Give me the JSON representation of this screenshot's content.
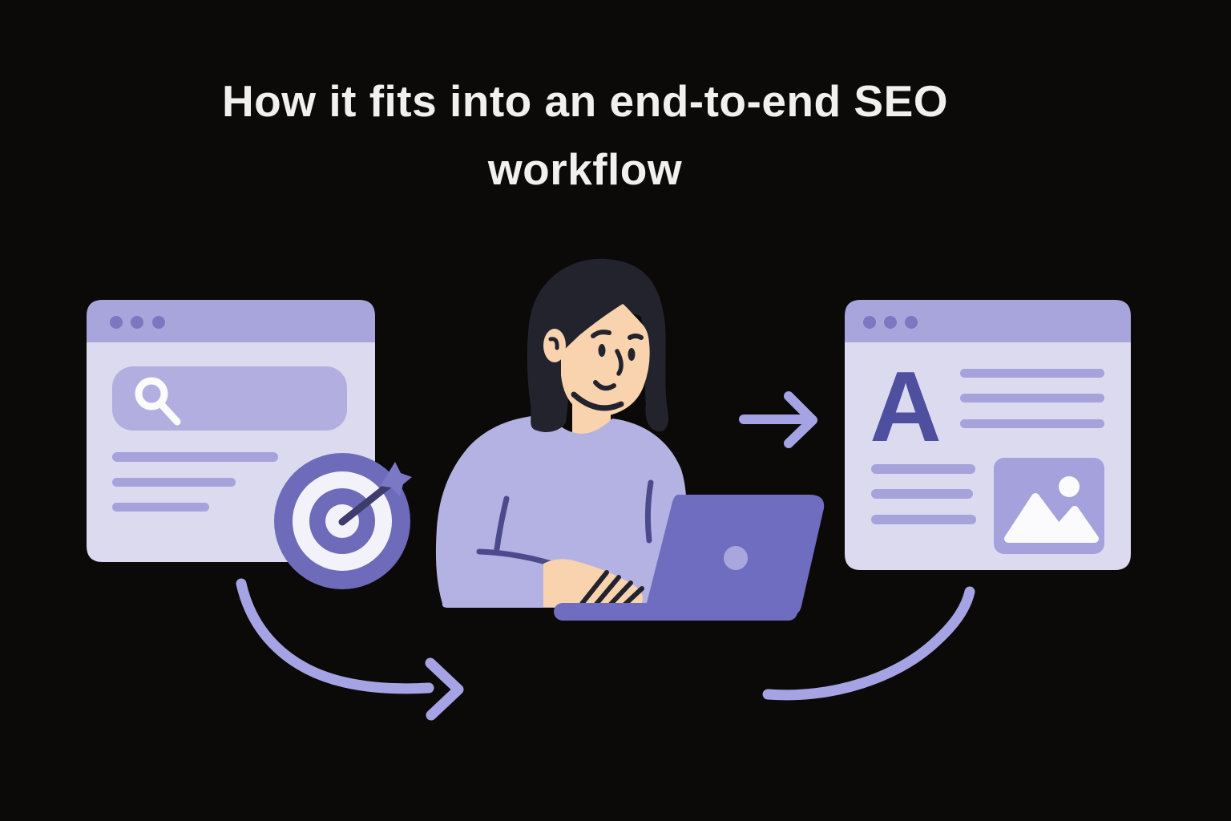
{
  "title": {
    "line1": "How it fits into an end-to-end SEO",
    "line2": "workflow"
  },
  "left_window": {
    "type": "browser-window",
    "dots": 3,
    "search_bar": {
      "icon": "search-icon",
      "value": "",
      "placeholder": ""
    },
    "text_lines": 3
  },
  "target": {
    "icon": "target-dart-icon",
    "rings": 4
  },
  "person": {
    "icon": "person-typing-illustration"
  },
  "laptop": {
    "icon": "laptop-illustration",
    "logo": "circle"
  },
  "arrows": {
    "left_curved": {
      "icon": "curved-arrow-right-icon",
      "has_head": true
    },
    "middle": {
      "icon": "arrow-right-icon",
      "has_head": true
    },
    "right_curved": {
      "icon": "curved-line-icon",
      "has_head": false
    }
  },
  "right_window": {
    "type": "browser-window",
    "dots": 3,
    "letter": "A",
    "text_lines_beside_letter": 3,
    "text_lines_below": 3,
    "image_placeholder": {
      "icon": "image-icon"
    }
  },
  "palette": {
    "background": "#0b0a08",
    "title_text": "#f2f0ee",
    "window_header": "#a8a5dc",
    "window_body": "#dbdaee",
    "window_dot": "#7b78c1",
    "search_bar": "#b2afe0",
    "icon_white": "#fbfafd",
    "ui_line": "#a5a2dc",
    "image_placeholder": "#a4a1dc",
    "letter_a": "#4f4fa0",
    "target_purple": "#6e6cba",
    "target_light": "#f3f2fa",
    "dart": "#3d3c6d",
    "fletch": "#7b78c6",
    "arrow": "#a6a3e5",
    "hair": "#23232e",
    "skin": "#f9d3ae",
    "feature_stroke": "#23232e",
    "sweater": "#b4b2e3",
    "sweater_fold": "#4c4a8c",
    "laptop": "#6f6dc0",
    "laptop_logo": "#a9a6dd"
  }
}
